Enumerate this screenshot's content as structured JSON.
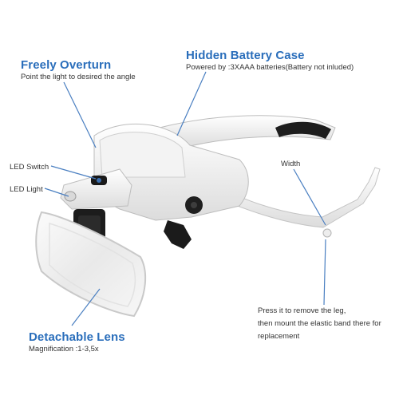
{
  "annotations": {
    "freely_overturn": {
      "title": "Freely Overturn",
      "subtitle": "Point the light to desired the angle"
    },
    "hidden_battery": {
      "title": "Hidden Battery Case",
      "subtitle": "Powered by :3XAAA batteries(Battery not inluded)"
    },
    "led_switch": "LED Switch",
    "led_light": "LED Light",
    "width": "Width",
    "press_note": {
      "line1": "Press it to remove the leg,",
      "line2": "then mount the elastic band there for",
      "line3": "replacement"
    },
    "detachable_lens": {
      "title": "Detachable Lens",
      "subtitle": "Magnification :1-3,5x"
    }
  },
  "colors": {
    "accent_title": "#2a6ebb",
    "pointer_line": "#4a7fc1",
    "product_white": "#f4f4f4",
    "product_dark": "#1c1c1c"
  }
}
